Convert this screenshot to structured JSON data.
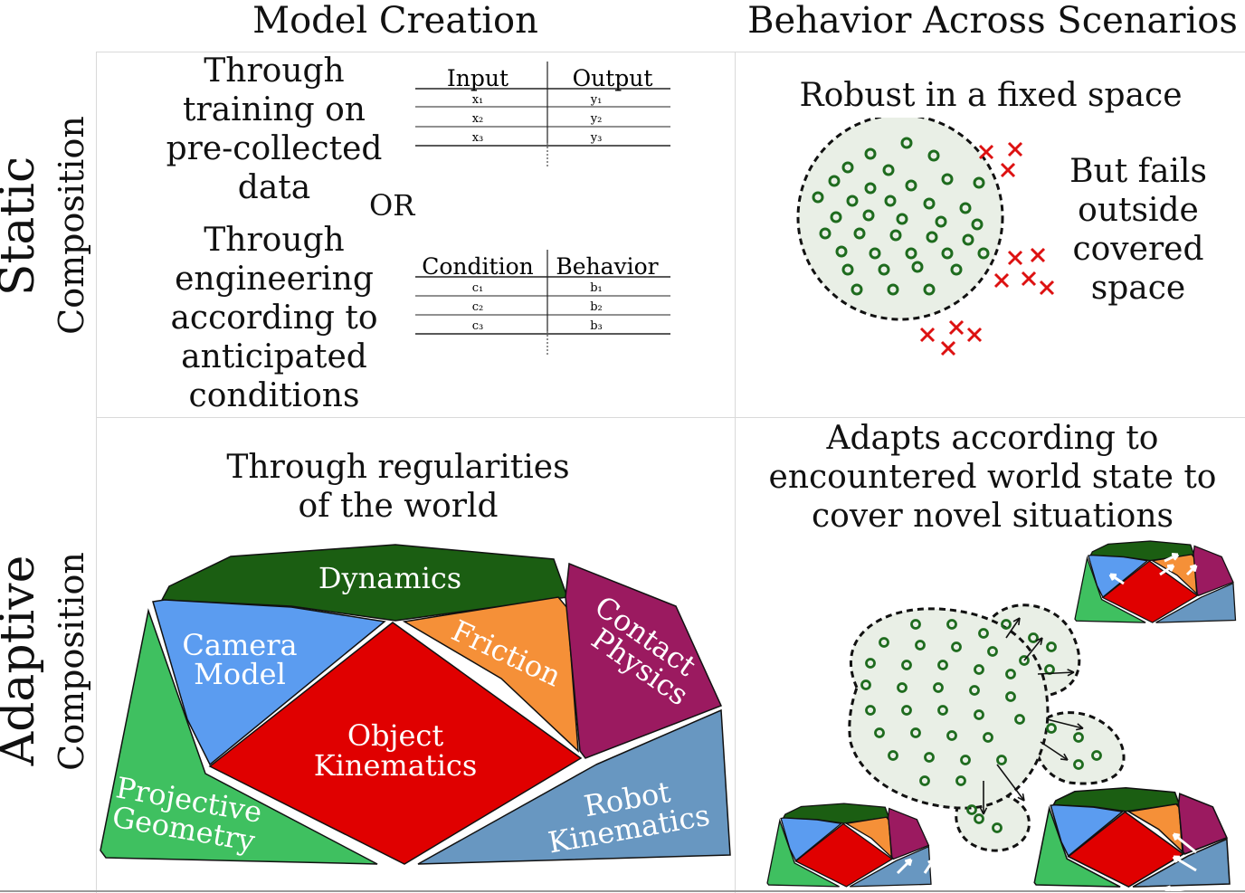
{
  "columns": {
    "left": "Model Creation",
    "right": "Behavior Across Scenarios"
  },
  "rows": {
    "static_big": "Static",
    "static_small": "Composition",
    "adaptive_big": "Adaptive",
    "adaptive_small": "Composition"
  },
  "static_creation": {
    "text1": [
      "Through",
      "training on",
      "pre-collected",
      "data"
    ],
    "or": "OR",
    "text2": [
      "Through",
      "engineering",
      "according to",
      "anticipated",
      "conditions"
    ],
    "table1": {
      "headers": [
        "Input",
        "Output"
      ],
      "rows": [
        [
          "x₁",
          "y₁"
        ],
        [
          "x₂",
          "y₂"
        ],
        [
          "x₃",
          "y₃"
        ]
      ]
    },
    "table2": {
      "headers": [
        "Condition",
        "Behavior"
      ],
      "rows": [
        [
          "c₁",
          "b₁"
        ],
        [
          "c₂",
          "b₂"
        ],
        [
          "c₃",
          "b₃"
        ]
      ]
    }
  },
  "static_behavior": {
    "title": "Robust in a fixed space",
    "fails": [
      "But fails",
      "outside",
      "covered",
      "space"
    ]
  },
  "adaptive_creation": {
    "title": [
      "Through regularities",
      "of the world"
    ],
    "pieces": {
      "dynamics": "Dynamics",
      "camera": [
        "Camera",
        "Model"
      ],
      "friction": "Friction",
      "contact": [
        "Contact",
        "Physics"
      ],
      "object": [
        "Object",
        "Kinematics"
      ],
      "projective": [
        "Projective",
        "Geometry"
      ],
      "robot": [
        "Robot",
        "Kinematics"
      ]
    }
  },
  "adaptive_behavior": {
    "title": [
      "Adapts according to",
      "encountered world state to",
      "cover novel situations"
    ]
  },
  "colors": {
    "dynamics": "#1b5e12",
    "camera": "#5b9cf0",
    "friction": "#f59038",
    "contact": "#9b1a60",
    "object": "#e00000",
    "projective": "#3fc060",
    "robot": "#6897c1",
    "dot_fill": "#e9efe6",
    "circle_stroke": "#1e6b1e",
    "cross": "#dd1111"
  }
}
